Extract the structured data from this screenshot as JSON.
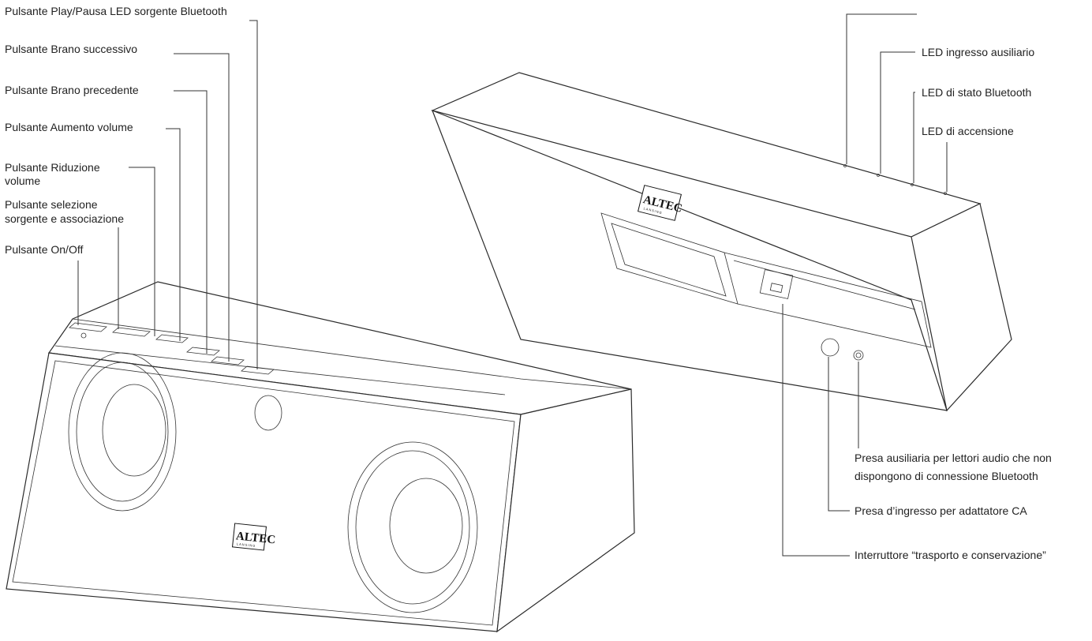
{
  "brand": {
    "front_logo": "ALTEC",
    "front_logo_sub": "LANSING",
    "back_logo": "ALTEC",
    "back_logo_sub": "LANSING"
  },
  "labels_left": {
    "play_pause": "Pulsante Play/Pausa LED sorgente Bluetooth",
    "next_track": "Pulsante Brano successivo",
    "prev_track": "Pulsante Brano precedente",
    "vol_up": "Pulsante Aumento volume",
    "vol_down_1": "Pulsante Riduzione",
    "vol_down_2": "volume",
    "source_pair_1": "Pulsante selezione",
    "source_pair_2": "sorgente e associazione",
    "on_off": "Pulsante On/Off"
  },
  "labels_right": {
    "led_aux": "LED ingresso ausiliario",
    "led_bt": "LED di stato Bluetooth",
    "led_power": "LED di accensione",
    "aux_in_1": "Presa ausiliaria per lettori audio che non",
    "aux_in_2": "dispongono di connessione Bluetooth",
    "dc_in": "Presa d’ingresso per adattatore CA",
    "transport_switch": "Interruttore “trasporto e conservazione”"
  }
}
